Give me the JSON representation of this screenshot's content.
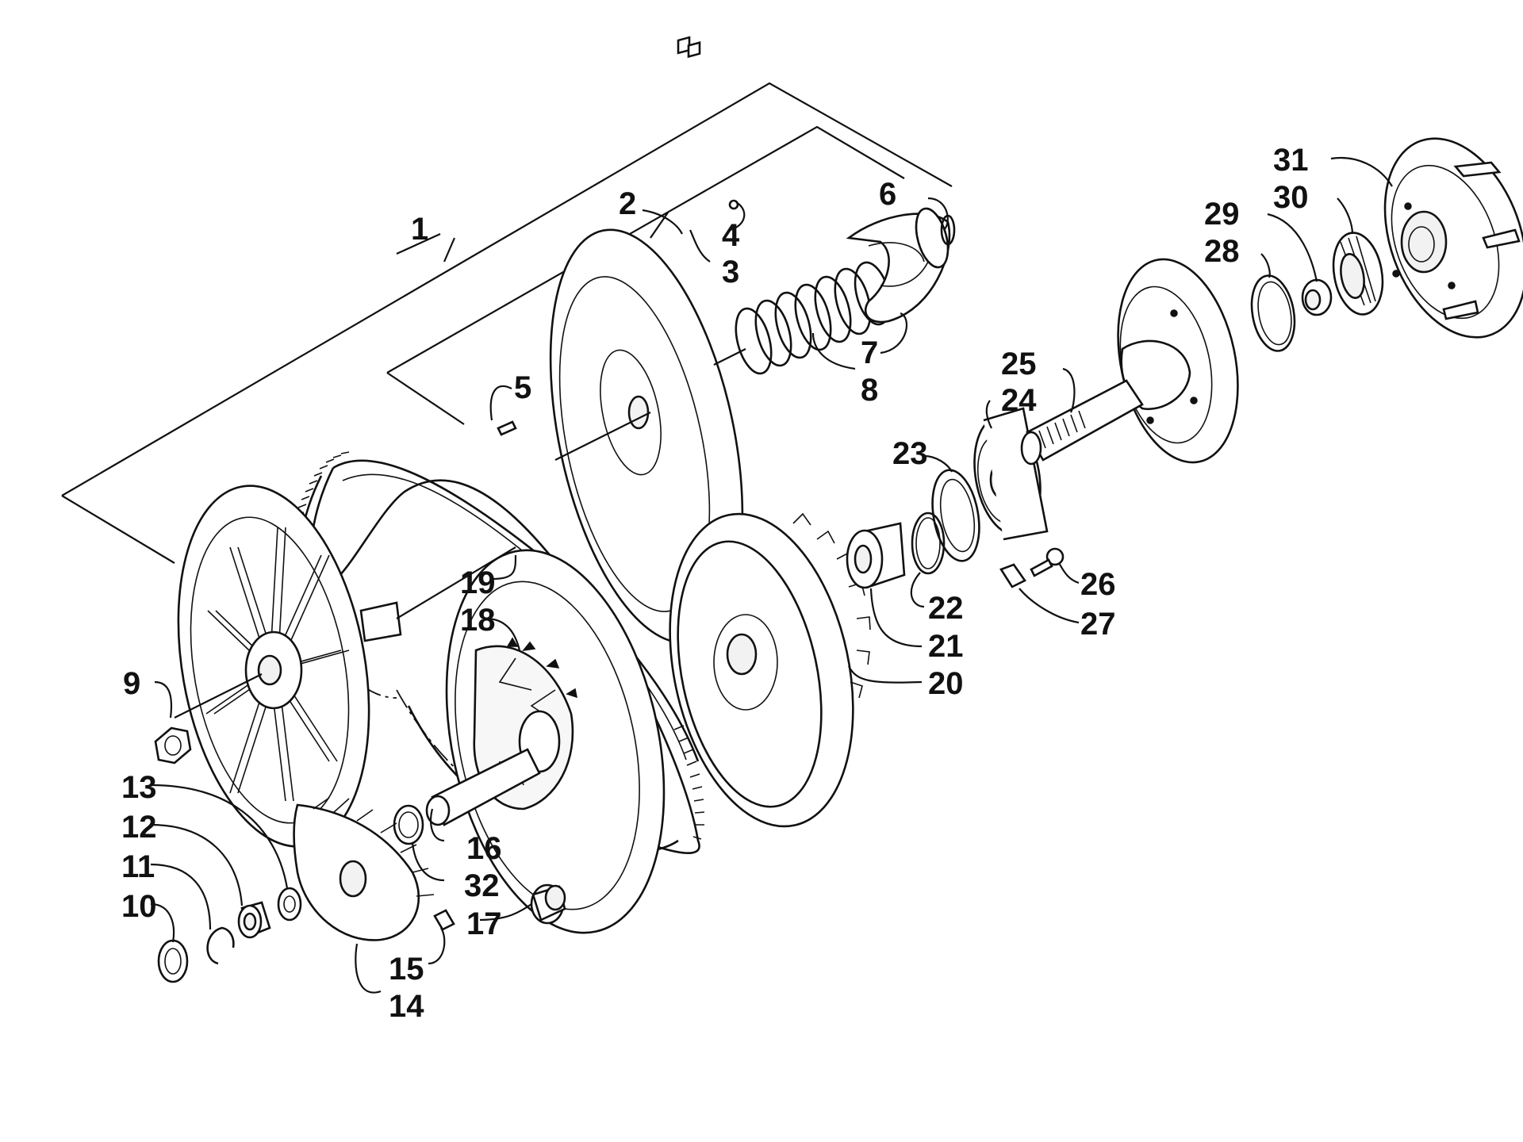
{
  "diagram": {
    "labels": [
      {
        "id": "1",
        "text": "1"
      },
      {
        "id": "2",
        "text": "2"
      },
      {
        "id": "3",
        "text": "3"
      },
      {
        "id": "4",
        "text": "4"
      },
      {
        "id": "5",
        "text": "5"
      },
      {
        "id": "6",
        "text": "6"
      },
      {
        "id": "7",
        "text": "7"
      },
      {
        "id": "8",
        "text": "8"
      },
      {
        "id": "9",
        "text": "9"
      },
      {
        "id": "10",
        "text": "10"
      },
      {
        "id": "11",
        "text": "11"
      },
      {
        "id": "12",
        "text": "12"
      },
      {
        "id": "13",
        "text": "13"
      },
      {
        "id": "14",
        "text": "14"
      },
      {
        "id": "15",
        "text": "15"
      },
      {
        "id": "16",
        "text": "16"
      },
      {
        "id": "17",
        "text": "17"
      },
      {
        "id": "18",
        "text": "18"
      },
      {
        "id": "19",
        "text": "19"
      },
      {
        "id": "20",
        "text": "20"
      },
      {
        "id": "21",
        "text": "21"
      },
      {
        "id": "22",
        "text": "22"
      },
      {
        "id": "23",
        "text": "23"
      },
      {
        "id": "24",
        "text": "24"
      },
      {
        "id": "25",
        "text": "25"
      },
      {
        "id": "26",
        "text": "26"
      },
      {
        "id": "27",
        "text": "27"
      },
      {
        "id": "28",
        "text": "28"
      },
      {
        "id": "29",
        "text": "29"
      },
      {
        "id": "30",
        "text": "30"
      },
      {
        "id": "31",
        "text": "31"
      },
      {
        "id": "32",
        "text": "32"
      }
    ]
  }
}
